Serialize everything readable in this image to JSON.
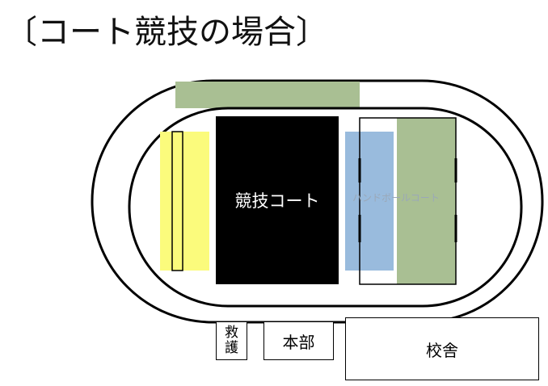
{
  "title": "〔コート競技の場合〕",
  "track": {
    "outer_stroke": "#000000",
    "inner_stroke": "#000000"
  },
  "areas": {
    "top_field_color": "#a9bf93",
    "yellow_area_color": "#fbfb7c",
    "main_court_label": "競技コート",
    "main_court_color": "#000000",
    "handball_label": "ハンドボールコート",
    "handball_blue_color": "#99bbdd",
    "handball_green_color": "#a9bf93"
  },
  "buildings": {
    "rescue_line1": "救",
    "rescue_line2": "護",
    "headquarters": "本部",
    "school": "校舎"
  }
}
